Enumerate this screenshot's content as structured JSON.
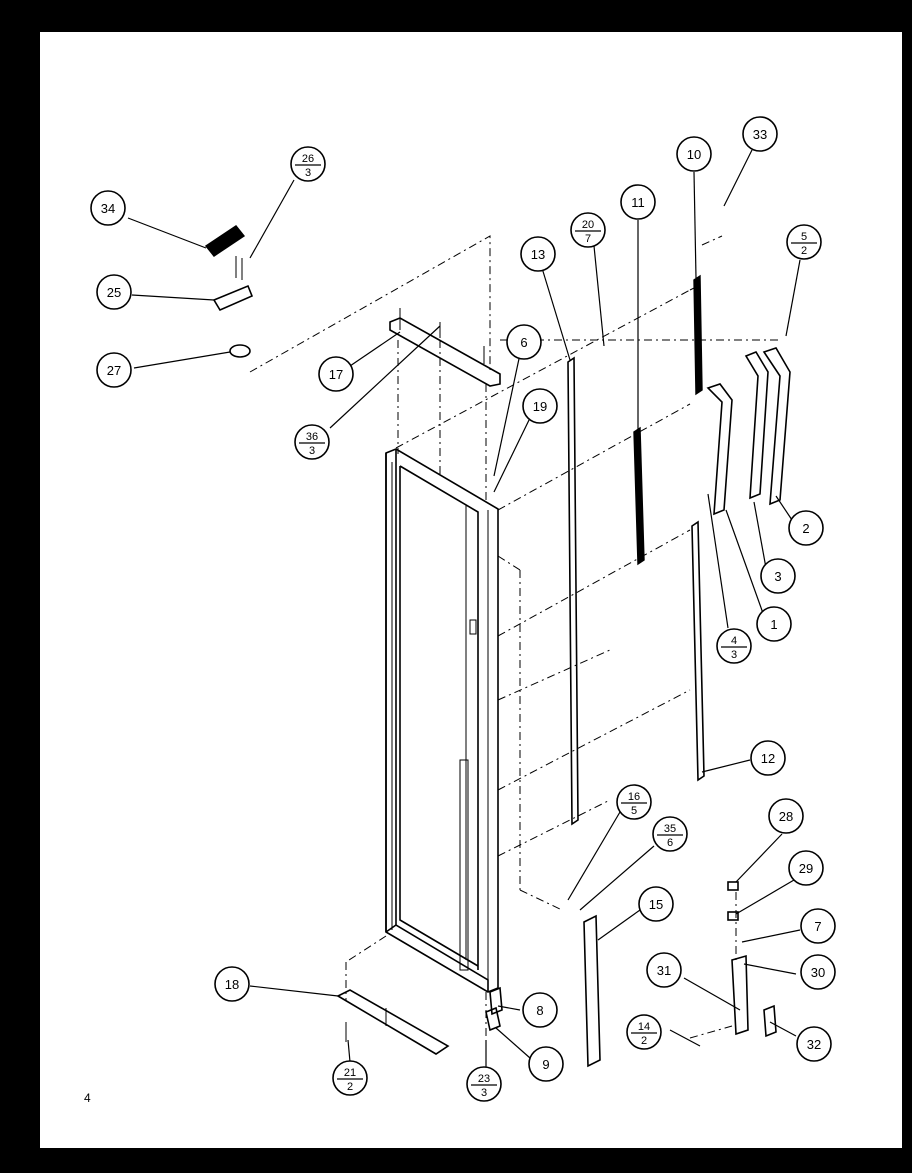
{
  "page": {
    "number": "4"
  },
  "callouts": [
    {
      "label": "34"
    },
    {
      "top": "26",
      "bottom": "3"
    },
    {
      "label": "25"
    },
    {
      "label": "27"
    },
    {
      "label": "17"
    },
    {
      "top": "36",
      "bottom": "3"
    },
    {
      "label": "6"
    },
    {
      "label": "19"
    },
    {
      "label": "13"
    },
    {
      "top": "20",
      "bottom": "7"
    },
    {
      "label": "11"
    },
    {
      "label": "10"
    },
    {
      "label": "33"
    },
    {
      "top": "5",
      "bottom": "2"
    },
    {
      "label": "2"
    },
    {
      "label": "3"
    },
    {
      "label": "1"
    },
    {
      "top": "4",
      "bottom": "3"
    },
    {
      "label": "12"
    },
    {
      "top": "16",
      "bottom": "5"
    },
    {
      "top": "35",
      "bottom": "6"
    },
    {
      "label": "15"
    },
    {
      "label": "28"
    },
    {
      "label": "29"
    },
    {
      "label": "7"
    },
    {
      "label": "30"
    },
    {
      "label": "31"
    },
    {
      "top": "14",
      "bottom": "2"
    },
    {
      "label": "32"
    },
    {
      "label": "18"
    },
    {
      "label": "8"
    },
    {
      "label": "9"
    },
    {
      "top": "21",
      "bottom": "2"
    },
    {
      "top": "23",
      "bottom": "3"
    }
  ]
}
